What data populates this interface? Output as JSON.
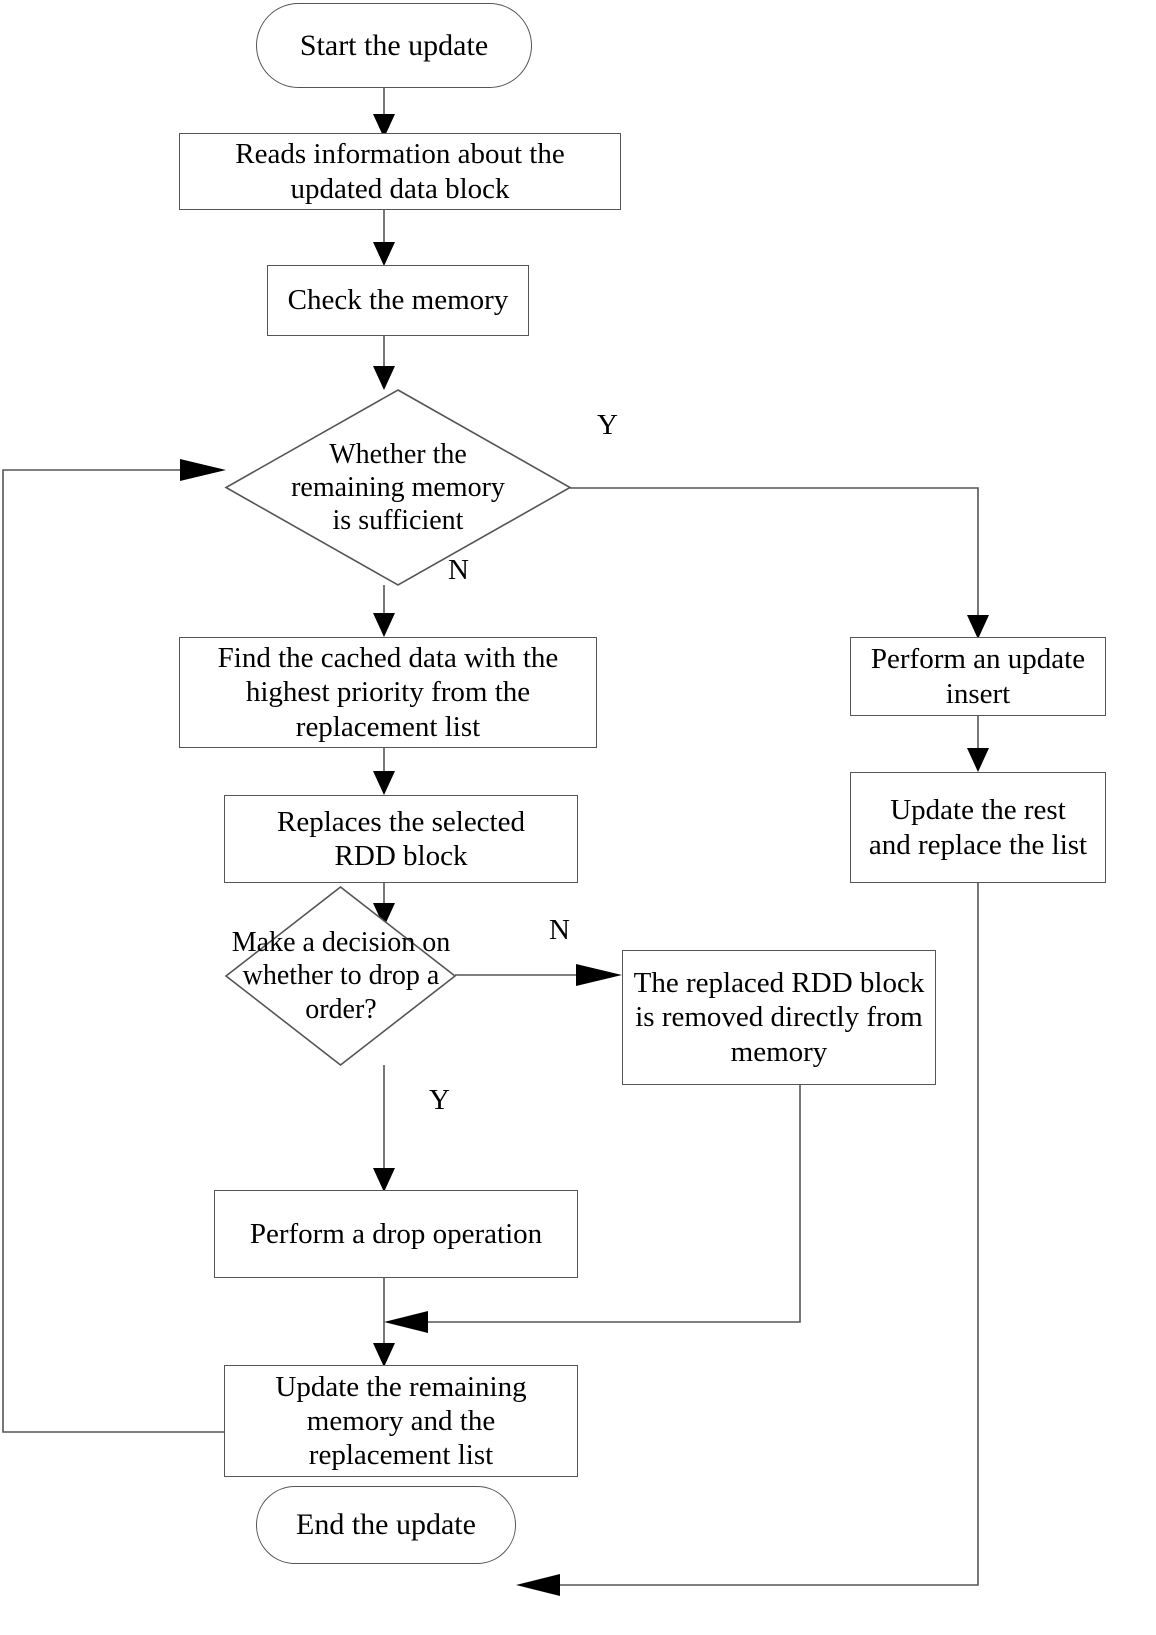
{
  "diagram": {
    "type": "flowchart",
    "title": "RDD cache update and replacement flowchart",
    "colors": {
      "stroke": "#555555",
      "fill": "#ffffff",
      "text": "#000000",
      "arrow": "#000000"
    },
    "nodes": {
      "start": {
        "shape": "terminator",
        "label": "Start the update"
      },
      "read_info": {
        "shape": "process",
        "label": "Reads information about the\nupdated data block"
      },
      "check_memory": {
        "shape": "process",
        "label": "Check the memory"
      },
      "decision_memory": {
        "shape": "decision",
        "label": "Whether the\nremaining memory\nis sufficient"
      },
      "find_cached": {
        "shape": "process",
        "label": "Find the cached data with the\nhighest priority from the\nreplacement list"
      },
      "replace_block": {
        "shape": "process",
        "label": "Replaces the selected\nRDD block"
      },
      "decision_drop": {
        "shape": "decision",
        "label": "Make a decision on\nwhether to drop a\norder?"
      },
      "removed_directly": {
        "shape": "process",
        "label": "The replaced RDD block\nis removed directly from\nmemory"
      },
      "drop_operation": {
        "shape": "process",
        "label": "Perform a drop operation"
      },
      "update_remaining": {
        "shape": "process",
        "label": "Update the remaining\nmemory and the\nreplacement list"
      },
      "update_insert": {
        "shape": "process",
        "label": "Perform an update\ninsert"
      },
      "update_rest": {
        "shape": "process",
        "label": "Update the rest\nand replace the list"
      },
      "end": {
        "shape": "terminator",
        "label": "End the update"
      }
    },
    "edge_labels": {
      "memory_yes": "Y",
      "memory_no": "N",
      "drop_no": "N",
      "drop_yes": "Y"
    }
  }
}
